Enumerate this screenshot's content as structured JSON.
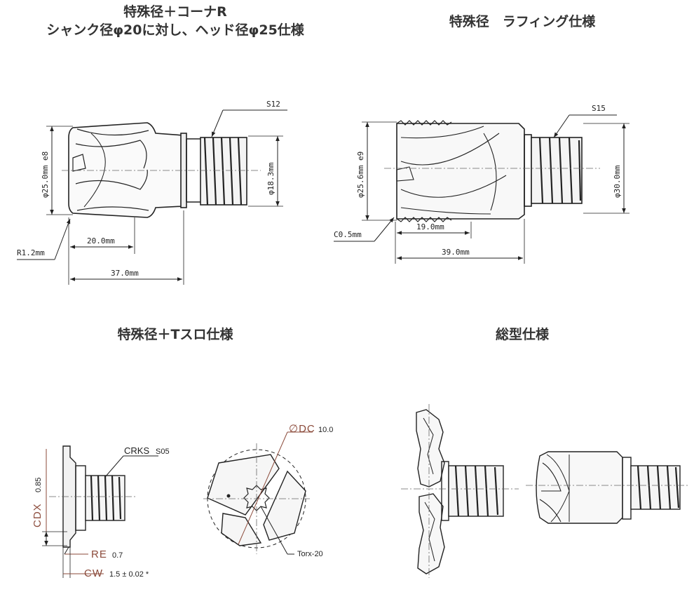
{
  "titles": {
    "top_left_line1": "特殊径＋コーナR",
    "top_left_line2": "シャンク径φ20に対し、ヘッド径φ25仕様",
    "top_right": "特殊径　ラフィング仕様",
    "bottom_left": "特殊径＋Tスロ仕様",
    "bottom_right": "総型仕様"
  },
  "drawing1": {
    "thread": "S12",
    "head_dia": "φ25.0mm e8",
    "shank_dia": "φ18.3mm",
    "corner_r": "R1.2mm",
    "head_len": "20.0mm",
    "total_len": "37.0mm"
  },
  "drawing2": {
    "thread": "S15",
    "head_dia": "φ25.6mm e9",
    "shank_dia": "φ30.0mm",
    "chamfer": "C0.5mm",
    "head_len": "19.0mm",
    "total_len": "39.0mm"
  },
  "drawing3": {
    "crks_label": "CRKS",
    "crks_value": "S05",
    "cdx_label": "CDX",
    "cdx_value": "0.85",
    "re_label": "RE",
    "re_value": "0.7",
    "cw_label": "CW",
    "cw_value": "1.5 ± 0.02 *",
    "dc_label": "∅DC",
    "dc_value": "10.0",
    "torx_label": "Torx-20"
  },
  "colors": {
    "line": "#222222",
    "accent": "#8b4a3a",
    "center": "#666666"
  }
}
